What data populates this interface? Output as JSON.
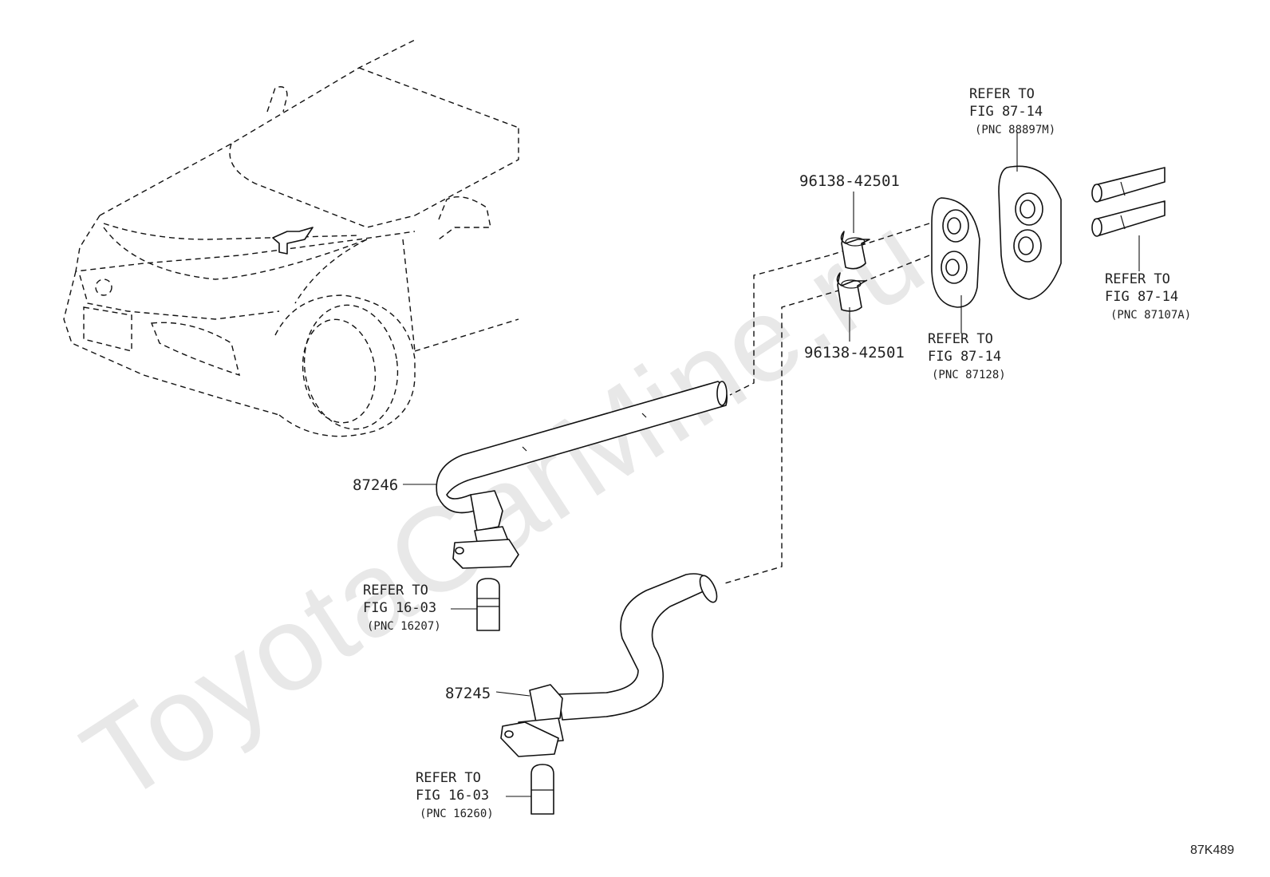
{
  "watermark": "ToyotaCarMine.ru",
  "figure_code": "87K489",
  "parts": {
    "hose_upper": "87246",
    "hose_lower": "87245",
    "clamp_upper": "96138-42501",
    "clamp_lower": "96138-42501"
  },
  "references": {
    "ref_88897m": {
      "line1": "REFER TO",
      "line2": "FIG 87-14",
      "pnc": "(PNC 88897M)"
    },
    "ref_87107a": {
      "line1": "REFER TO",
      "line2": "FIG 87-14",
      "pnc": "(PNC 87107A)"
    },
    "ref_87128": {
      "line1": "REFER TO",
      "line2": "FIG 87-14",
      "pnc": "(PNC 87128)"
    },
    "ref_16207": {
      "line1": "REFER TO",
      "line2": "FIG 16-03",
      "pnc": "(PNC 16207)"
    },
    "ref_16260": {
      "line1": "REFER TO",
      "line2": "FIG 16-03",
      "pnc": "(PNC 16260)"
    }
  }
}
